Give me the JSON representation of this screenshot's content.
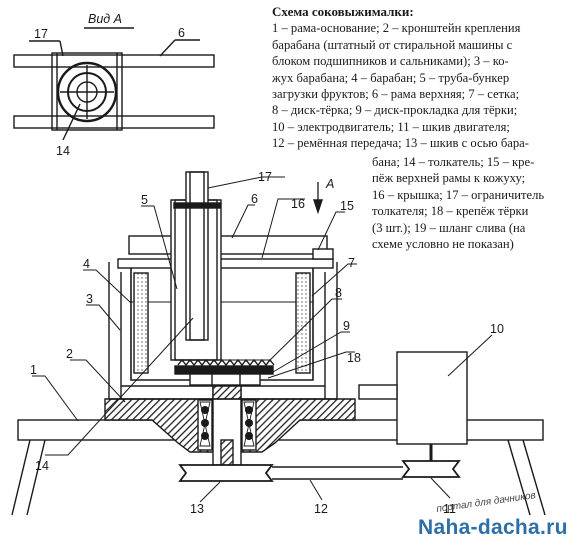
{
  "view": {
    "title": "Вид А",
    "labels": {
      "n17": "17",
      "n6": "6",
      "n14": "14"
    }
  },
  "legend": {
    "title": "Схема соковыжималки:",
    "lines": [
      "1 – рама-основание; 2 – кронштейн крепления",
      "барабана (штатный от стиральной машины с",
      "блоком подшипников и сальниками); 3 – ко-",
      "жух барабана; 4 – барабан; 5 – труба-бункер",
      "загрузки фруктов; 6 – рама верхняя; 7 – сетка;",
      "8 – диск-тёрка; 9 – диск-прокладка для тёрки;",
      "10 – электродвигатель; 11 – шкив двигателя;",
      "12 – ремённая передача; 13 – шкив с осью бара-"
    ],
    "lines_narrow": [
      "бана; 14 – толкатель; 15 – кре-",
      "пёж верхней рамы к кожуху;",
      "16 – крышка; 17 – ограничитель",
      "толкателя; 18 – крепёж тёрки",
      "(3 шт.); 19 – шланг слива (на",
      "схеме условно не показан)"
    ]
  },
  "main": {
    "arrow_label": "A",
    "labels": {
      "n1": "1",
      "n2": "2",
      "n3": "3",
      "n4": "4",
      "n5": "5",
      "n6": "6",
      "n7": "7",
      "n8": "8",
      "n9": "9",
      "n10": "10",
      "n11": "11",
      "n12": "12",
      "n13": "13",
      "n14": "14",
      "n15": "15",
      "n16": "16",
      "n17": "17",
      "n18": "18"
    }
  },
  "watermark": {
    "small": "портал для дачников",
    "main": "Naha-dacha.ru"
  },
  "colors": {
    "ink": "#1a1a1a",
    "hatch": "#333333",
    "watermark": "#2f6fa8"
  }
}
